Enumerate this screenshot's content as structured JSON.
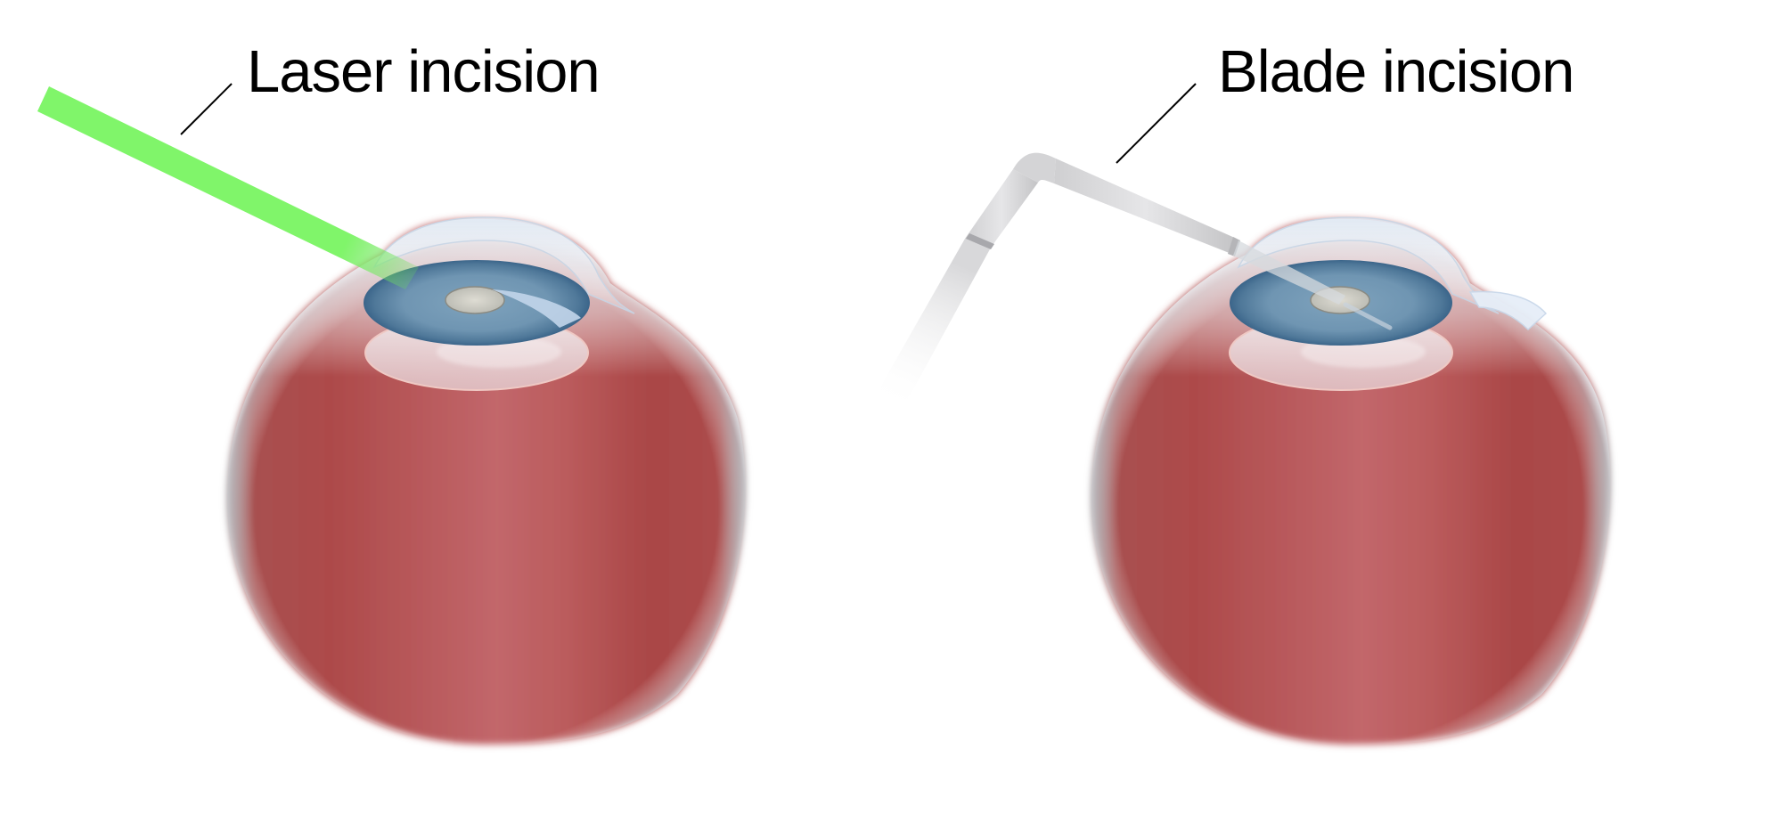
{
  "diagram": {
    "type": "medical-illustration-comparison",
    "panels": [
      {
        "id": "laser",
        "label": "Laser incision",
        "instrument": "laser-beam",
        "instrument_color": "#80f56a"
      },
      {
        "id": "blade",
        "label": "Blade incision",
        "instrument": "blade-handpiece",
        "instrument_color": "#dcdcdc"
      }
    ],
    "colors": {
      "background": "#ffffff",
      "eyeball_dark": "#a94646",
      "eyeball_light": "#c0666a",
      "eyeball_rim": "#b8b8bc",
      "iris_dark": "#3f6a8f",
      "iris_light": "#7199b6",
      "pupil": "#cfcfc7",
      "lens": "#e9d6d8",
      "cornea": "#e4ecf5",
      "leader_line": "#000000",
      "text": "#000000"
    }
  }
}
